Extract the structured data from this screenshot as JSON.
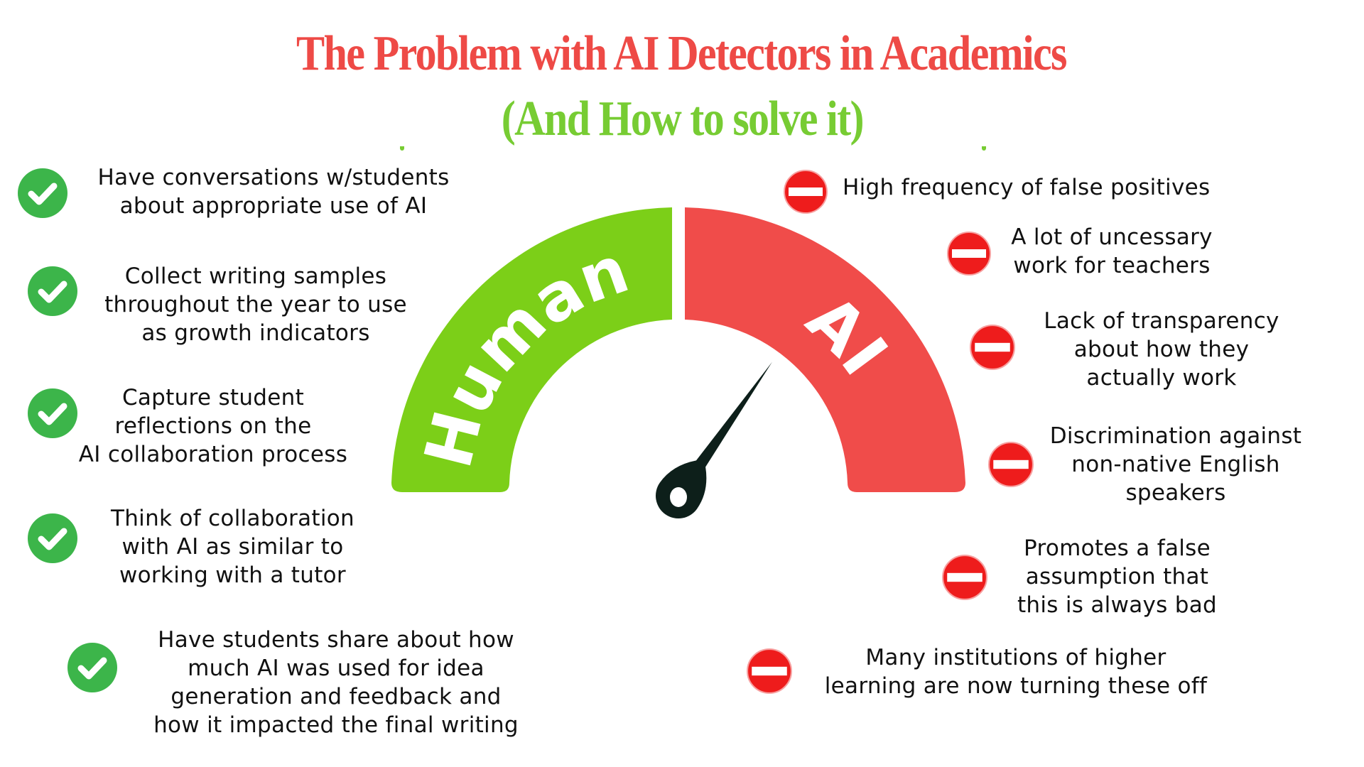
{
  "title": "The Problem with AI Detectors in Academics",
  "subtitle": "(And How to solve it)",
  "colors": {
    "title_red": "#ee4a46",
    "subtitle_green": "#77cc33",
    "gauge_human_green": "#7ccf18",
    "gauge_ai_red": "#f04c4a",
    "check_green": "#3cb54a",
    "stop_red": "#ee1c1c",
    "needle": "#0d1f1a"
  },
  "gauge": {
    "left_label": "Human",
    "right_label": "AI",
    "needle_position": "AI side, about 35° right of vertical"
  },
  "solutions": [
    {
      "icon": "check-circle-icon",
      "text": "Have conversations w/students\nabout appropriate use of AI"
    },
    {
      "icon": "check-circle-icon",
      "text": "Collect writing samples\nthroughout the year to use\nas growth indicators"
    },
    {
      "icon": "check-circle-icon",
      "text": "Capture student\nreflections on the\nAI collaboration process"
    },
    {
      "icon": "check-circle-icon",
      "text": "Think of collaboration\nwith AI as similar to\nworking with a tutor"
    },
    {
      "icon": "check-circle-icon",
      "text": "Have students share about how\nmuch AI was used for idea\ngeneration and feedback and\nhow it impacted the final writing"
    }
  ],
  "problems": [
    {
      "icon": "no-entry-icon",
      "text": "High frequency of false positives"
    },
    {
      "icon": "no-entry-icon",
      "text": "A lot of uncessary\nwork for teachers"
    },
    {
      "icon": "no-entry-icon",
      "text": "Lack of transparency\nabout how they\nactually work"
    },
    {
      "icon": "no-entry-icon",
      "text": "Discrimination against\nnon-native English\nspeakers"
    },
    {
      "icon": "no-entry-icon",
      "text": "Promotes a false\nassumption that\nthis is always bad"
    },
    {
      "icon": "no-entry-icon",
      "text": "Many institutions of higher\nlearning are now turning these off"
    }
  ]
}
